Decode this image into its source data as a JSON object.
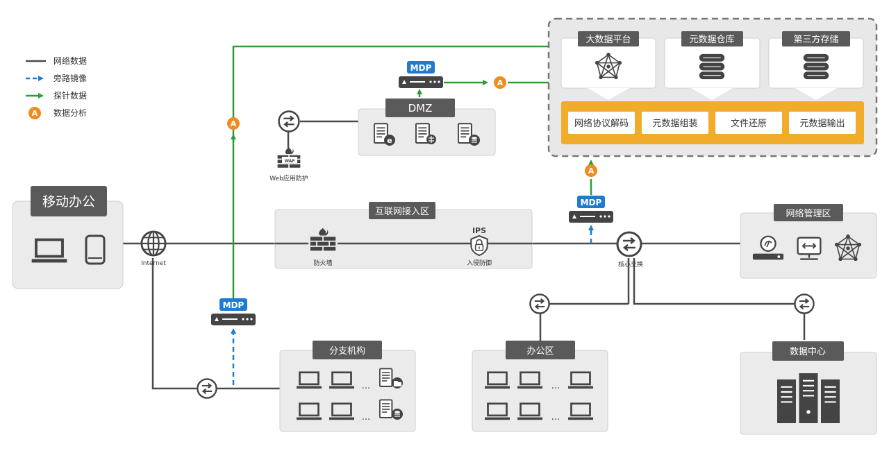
{
  "legend": {
    "items": [
      {
        "label": "网络数据",
        "kind": "network"
      },
      {
        "label": "旁路镜像",
        "kind": "mirror"
      },
      {
        "label": "探针数据",
        "kind": "probe"
      },
      {
        "label": "数据分析",
        "kind": "analysis",
        "glyph": "A"
      }
    ]
  },
  "colors": {
    "line": "#4a4a4a",
    "probe": "#2e9a3a",
    "mirror": "#1e7fc7",
    "analysis": "#f08c1e",
    "panel": "#ebebeb",
    "header": "#5a5a5a",
    "device": "#444444",
    "mdp": "#1f7bd0",
    "band": "#f0ac2a"
  },
  "platform": {
    "top_boxes": [
      "大数据平台",
      "元数据仓库",
      "第三方存储"
    ],
    "functions": [
      "网络协议解码",
      "元数据组装",
      "文件还原",
      "元数据输出"
    ]
  },
  "mdp_label": "MDP",
  "analysis_glyph": "A",
  "dmz": {
    "title": "DMZ"
  },
  "waf": {
    "badge": "WAF",
    "label": "Web应用防护"
  },
  "mobile": {
    "title": "移动办公"
  },
  "internet": {
    "label": "Internet"
  },
  "inet_zone": {
    "title": "互联网接入区",
    "firewall_label": "防火墙",
    "ips_badge": "IPS",
    "ips_label": "入侵防御"
  },
  "core": {
    "label": "核心交换"
  },
  "netmgmt": {
    "title": "网络管理区"
  },
  "branch": {
    "title": "分支机构",
    "ellipsis": "..."
  },
  "office": {
    "title": "办公区",
    "ellipsis": "..."
  },
  "datacenter": {
    "title": "数据中心"
  }
}
